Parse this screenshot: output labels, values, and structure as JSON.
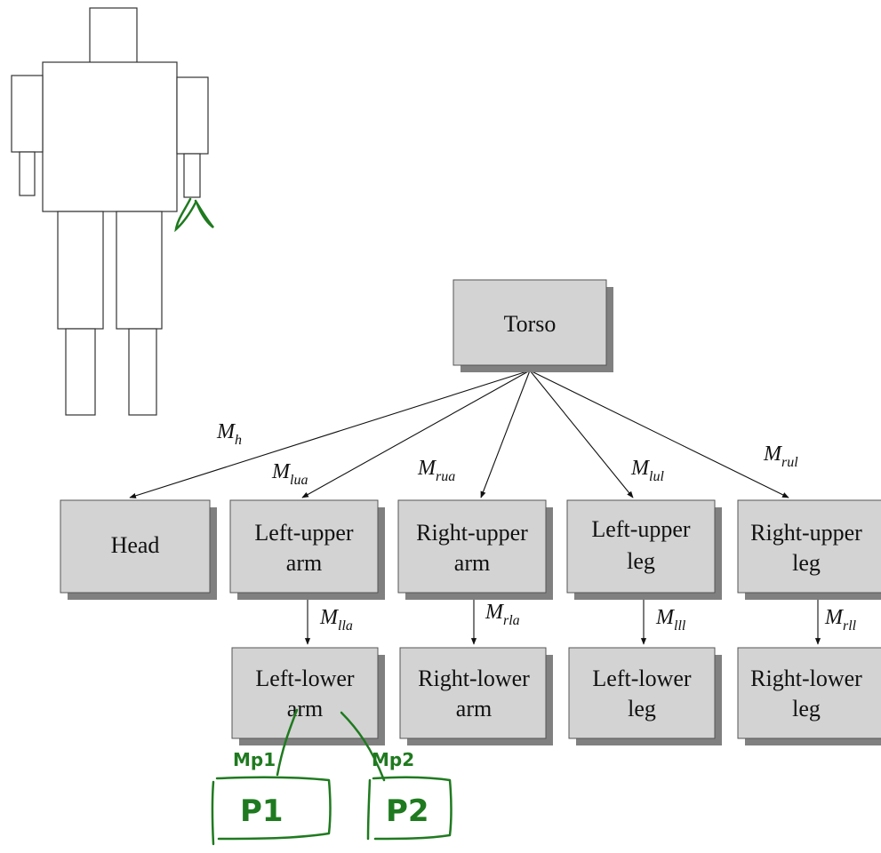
{
  "nodes": {
    "torso": [
      "Torso"
    ],
    "head": [
      "Head"
    ],
    "left_upper_arm": [
      "Left-upper",
      "arm"
    ],
    "right_upper_arm": [
      "Right-upper",
      "arm"
    ],
    "left_upper_leg": [
      "Left-upper",
      "leg"
    ],
    "right_upper_leg": [
      "Right-upper",
      "leg"
    ],
    "left_lower_arm": [
      "Left-lower",
      "arm"
    ],
    "right_lower_arm": [
      "Right-lower",
      "arm"
    ],
    "left_lower_leg": [
      "Left-lower",
      "leg"
    ],
    "right_lower_leg": [
      "Right-lower",
      "leg"
    ]
  },
  "edges": {
    "m_h": {
      "main": "M",
      "sub": "h"
    },
    "m_lua": {
      "main": "M",
      "sub": "lua"
    },
    "m_rua": {
      "main": "M",
      "sub": "rua"
    },
    "m_lul": {
      "main": "M",
      "sub": "lul"
    },
    "m_rul": {
      "main": "M",
      "sub": "rul"
    },
    "m_lla": {
      "main": "M",
      "sub": "lla"
    },
    "m_rla": {
      "main": "M",
      "sub": "rla"
    },
    "m_lll": {
      "main": "M",
      "sub": "lll"
    },
    "m_rll": {
      "main": "M",
      "sub": "rll"
    }
  },
  "annotations": {
    "mp1": "Mp1",
    "mp2": "Mp2",
    "p1": "P1",
    "p2": "P2"
  },
  "colors": {
    "box_fill": "#d3d3d3",
    "box_shadow": "#808080",
    "ink": "#111111",
    "annotation": "#1f7a1f"
  }
}
